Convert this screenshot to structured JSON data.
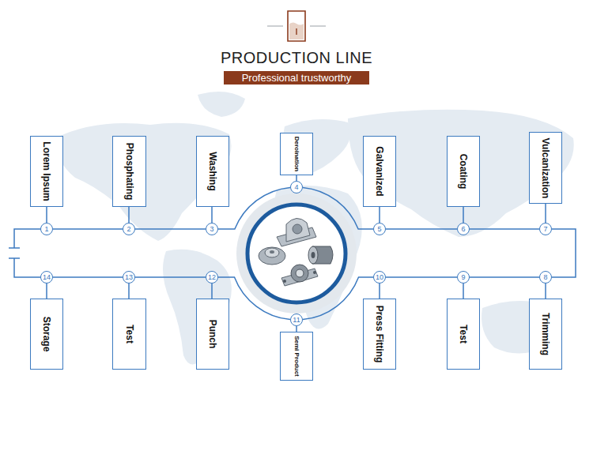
{
  "diagram": {
    "title": "PRODUCTION LINE",
    "nodes": [
      {
        "text": [
          "Professional trustworthy"
        ]
      },
      {
        "text": [
          "Lorem Ipsum"
        ]
      },
      {
        "text": [
          "1"
        ]
      },
      {
        "text": [
          "Phosphating"
        ]
      },
      {
        "text": [
          "2"
        ]
      },
      {
        "text": [
          "Washing"
        ]
      },
      {
        "text": [
          "3"
        ]
      },
      {
        "text": [
          "Deroination"
        ]
      },
      {
        "text": [
          "4"
        ]
      },
      {
        "text": [
          "Galvanized"
        ]
      },
      {
        "text": [
          "5"
        ]
      },
      {
        "text": [
          "Coating"
        ]
      },
      {
        "text": [
          "6"
        ]
      },
      {
        "text": [
          "Vulcanization"
        ]
      },
      {
        "text": [
          "7"
        ]
      },
      {
        "text": [
          "Trimming"
        ]
      },
      {
        "text": [
          "8"
        ]
      },
      {
        "text": [
          "Test"
        ]
      },
      {
        "text": [
          "9"
        ]
      },
      {
        "text": [
          "Press Fitting"
        ]
      },
      {
        "text": [
          "10"
        ]
      },
      {
        "text": [
          "Semi Product"
        ]
      },
      {
        "text": [
          "11"
        ]
      },
      {
        "text": [
          "Punch"
        ]
      },
      {
        "text": [
          "12"
        ]
      },
      {
        "text": [
          "Test"
        ]
      },
      {
        "text": [
          "13"
        ]
      },
      {
        "text": [
          "Storage"
        ]
      },
      {
        "text": [
          "14"
        ]
      }
    ],
    "edges": [
      {
        "from": 1,
        "to": 2,
        "arrow": "none"
      },
      {
        "from": 3,
        "to": 4,
        "arrow": "none"
      },
      {
        "from": 5,
        "to": 6,
        "arrow": "none"
      },
      {
        "from": 7,
        "to": 8,
        "arrow": "none"
      },
      {
        "from": 9,
        "to": 10,
        "arrow": "none"
      },
      {
        "from": 11,
        "to": 12,
        "arrow": "none"
      },
      {
        "from": 13,
        "to": 14,
        "arrow": "none"
      },
      {
        "from": 15,
        "to": 16,
        "arrow": "none"
      },
      {
        "from": 17,
        "to": 18,
        "arrow": "none"
      },
      {
        "from": 19,
        "to": 20,
        "arrow": "none"
      },
      {
        "from": 21,
        "to": 22,
        "arrow": "none"
      },
      {
        "from": 23,
        "to": 24,
        "arrow": "none"
      },
      {
        "from": 25,
        "to": 26,
        "arrow": "none"
      },
      {
        "from": 27,
        "to": 28,
        "arrow": "none"
      },
      {
        "from": 2,
        "to": 4,
        "arrow": "none"
      },
      {
        "from": 4,
        "to": 6,
        "arrow": "none"
      },
      {
        "from": 6,
        "to": 8,
        "arrow": "none"
      },
      {
        "from": 8,
        "to": 10,
        "arrow": "none"
      },
      {
        "from": 10,
        "to": 12,
        "arrow": "none"
      },
      {
        "from": 12,
        "to": 14,
        "arrow": "none"
      },
      {
        "from": 14,
        "to": 16,
        "arrow": "none"
      },
      {
        "from": 16,
        "to": 18,
        "arrow": "none"
      },
      {
        "from": 18,
        "to": 20,
        "arrow": "none"
      },
      {
        "from": 20,
        "to": 22,
        "arrow": "none"
      },
      {
        "from": 22,
        "to": 24,
        "arrow": "none"
      },
      {
        "from": 24,
        "to": 26,
        "arrow": "none"
      },
      {
        "from": 26,
        "to": 28,
        "arrow": "none"
      }
    ]
  }
}
